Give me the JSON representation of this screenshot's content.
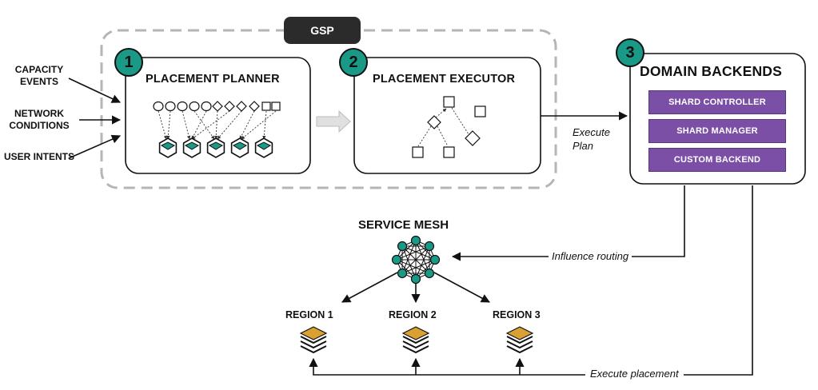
{
  "badge_group": "GSP",
  "inputs": [
    "CAPACITY EVENTS",
    "NETWORK CONDITIONS",
    "USER INTENTS"
  ],
  "planner": {
    "number": "1",
    "title": "PLACEMENT PLANNER"
  },
  "executor": {
    "number": "2",
    "title": "PLACEMENT EXECUTOR"
  },
  "backends": {
    "number": "3",
    "title": "DOMAIN BACKENDS",
    "items": [
      "SHARD CONTROLLER",
      "SHARD MANAGER",
      "CUSTOM BACKEND"
    ]
  },
  "edges": {
    "execute_plan": "Execute Plan",
    "influence_routing": "Influence routing",
    "execute_placement": "Execute placement"
  },
  "service_mesh": {
    "title": "SERVICE MESH"
  },
  "regions": [
    "REGION 1",
    "REGION 2",
    "REGION 3"
  ],
  "colors": {
    "teal": "#1a9a86",
    "purple": "#7b4fa6",
    "gold": "#d9a033",
    "dark": "#2b2b2b"
  }
}
